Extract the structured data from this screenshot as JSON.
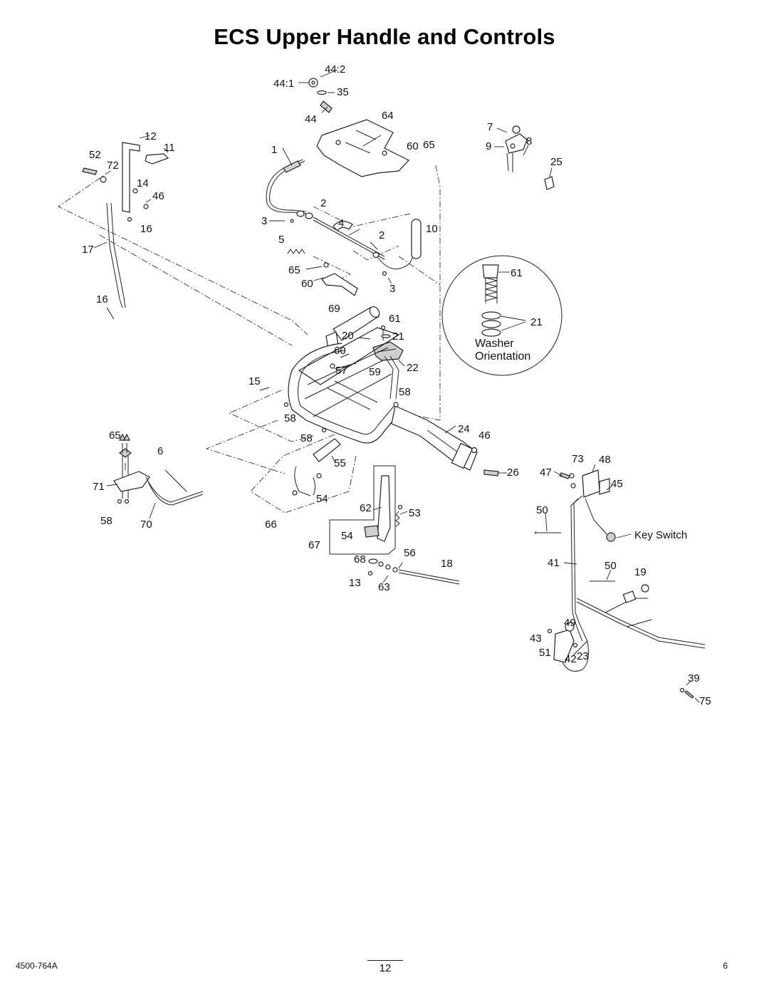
{
  "title": "ECS Upper Handle and Controls",
  "labels": {
    "l44_2": "44:2",
    "l44_1": "44:1",
    "l35": "35",
    "l44": "44",
    "l64": "64",
    "l7": "7",
    "l8": "8",
    "l9": "9",
    "l25": "25",
    "l12": "12",
    "l11": "11",
    "l52": "52",
    "l72": "72",
    "l14": "14",
    "l46a": "46",
    "l16a": "16",
    "l1": "1",
    "l60a": "60",
    "l65a": "65",
    "l3a": "3",
    "l2a": "2",
    "l4": "4",
    "l2b": "2",
    "l10": "10",
    "l17": "17",
    "l5": "5",
    "l65b": "65",
    "l60b": "60",
    "l3b": "3",
    "l61a": "61",
    "l21": "21",
    "l16b": "16",
    "l69": "69",
    "l61b": "61",
    "l20": "20",
    "l21b": "21",
    "l60c": "60",
    "l57": "57",
    "l59": "59",
    "l22": "22",
    "l15": "15",
    "l58a": "58",
    "l58b": "58",
    "l58c": "58",
    "l24": "24",
    "l46b": "46",
    "l65c": "65",
    "l6": "6",
    "l55": "55",
    "l26": "26",
    "l73": "73",
    "l48": "48",
    "l47": "47",
    "l45": "45",
    "l71": "71",
    "l54a": "54",
    "l50a": "50",
    "l58d": "58",
    "l70": "70",
    "l66": "66",
    "l62": "62",
    "l53": "53",
    "l54b": "54",
    "l67": "67",
    "l56": "56",
    "l68": "68",
    "l18": "18",
    "l41": "41",
    "l50b": "50",
    "l19": "19",
    "l13": "13",
    "l63": "63",
    "l49": "49",
    "l43": "43",
    "l51": "51",
    "l42": "42",
    "l23": "23",
    "l39": "39",
    "l75": "75"
  },
  "callouts": {
    "washer_line1": "Washer",
    "washer_line2": "Orientation",
    "key_switch": "Key Switch"
  },
  "footer": {
    "doc_number": "4500-764A",
    "page_number": "12",
    "page_index": "6"
  }
}
